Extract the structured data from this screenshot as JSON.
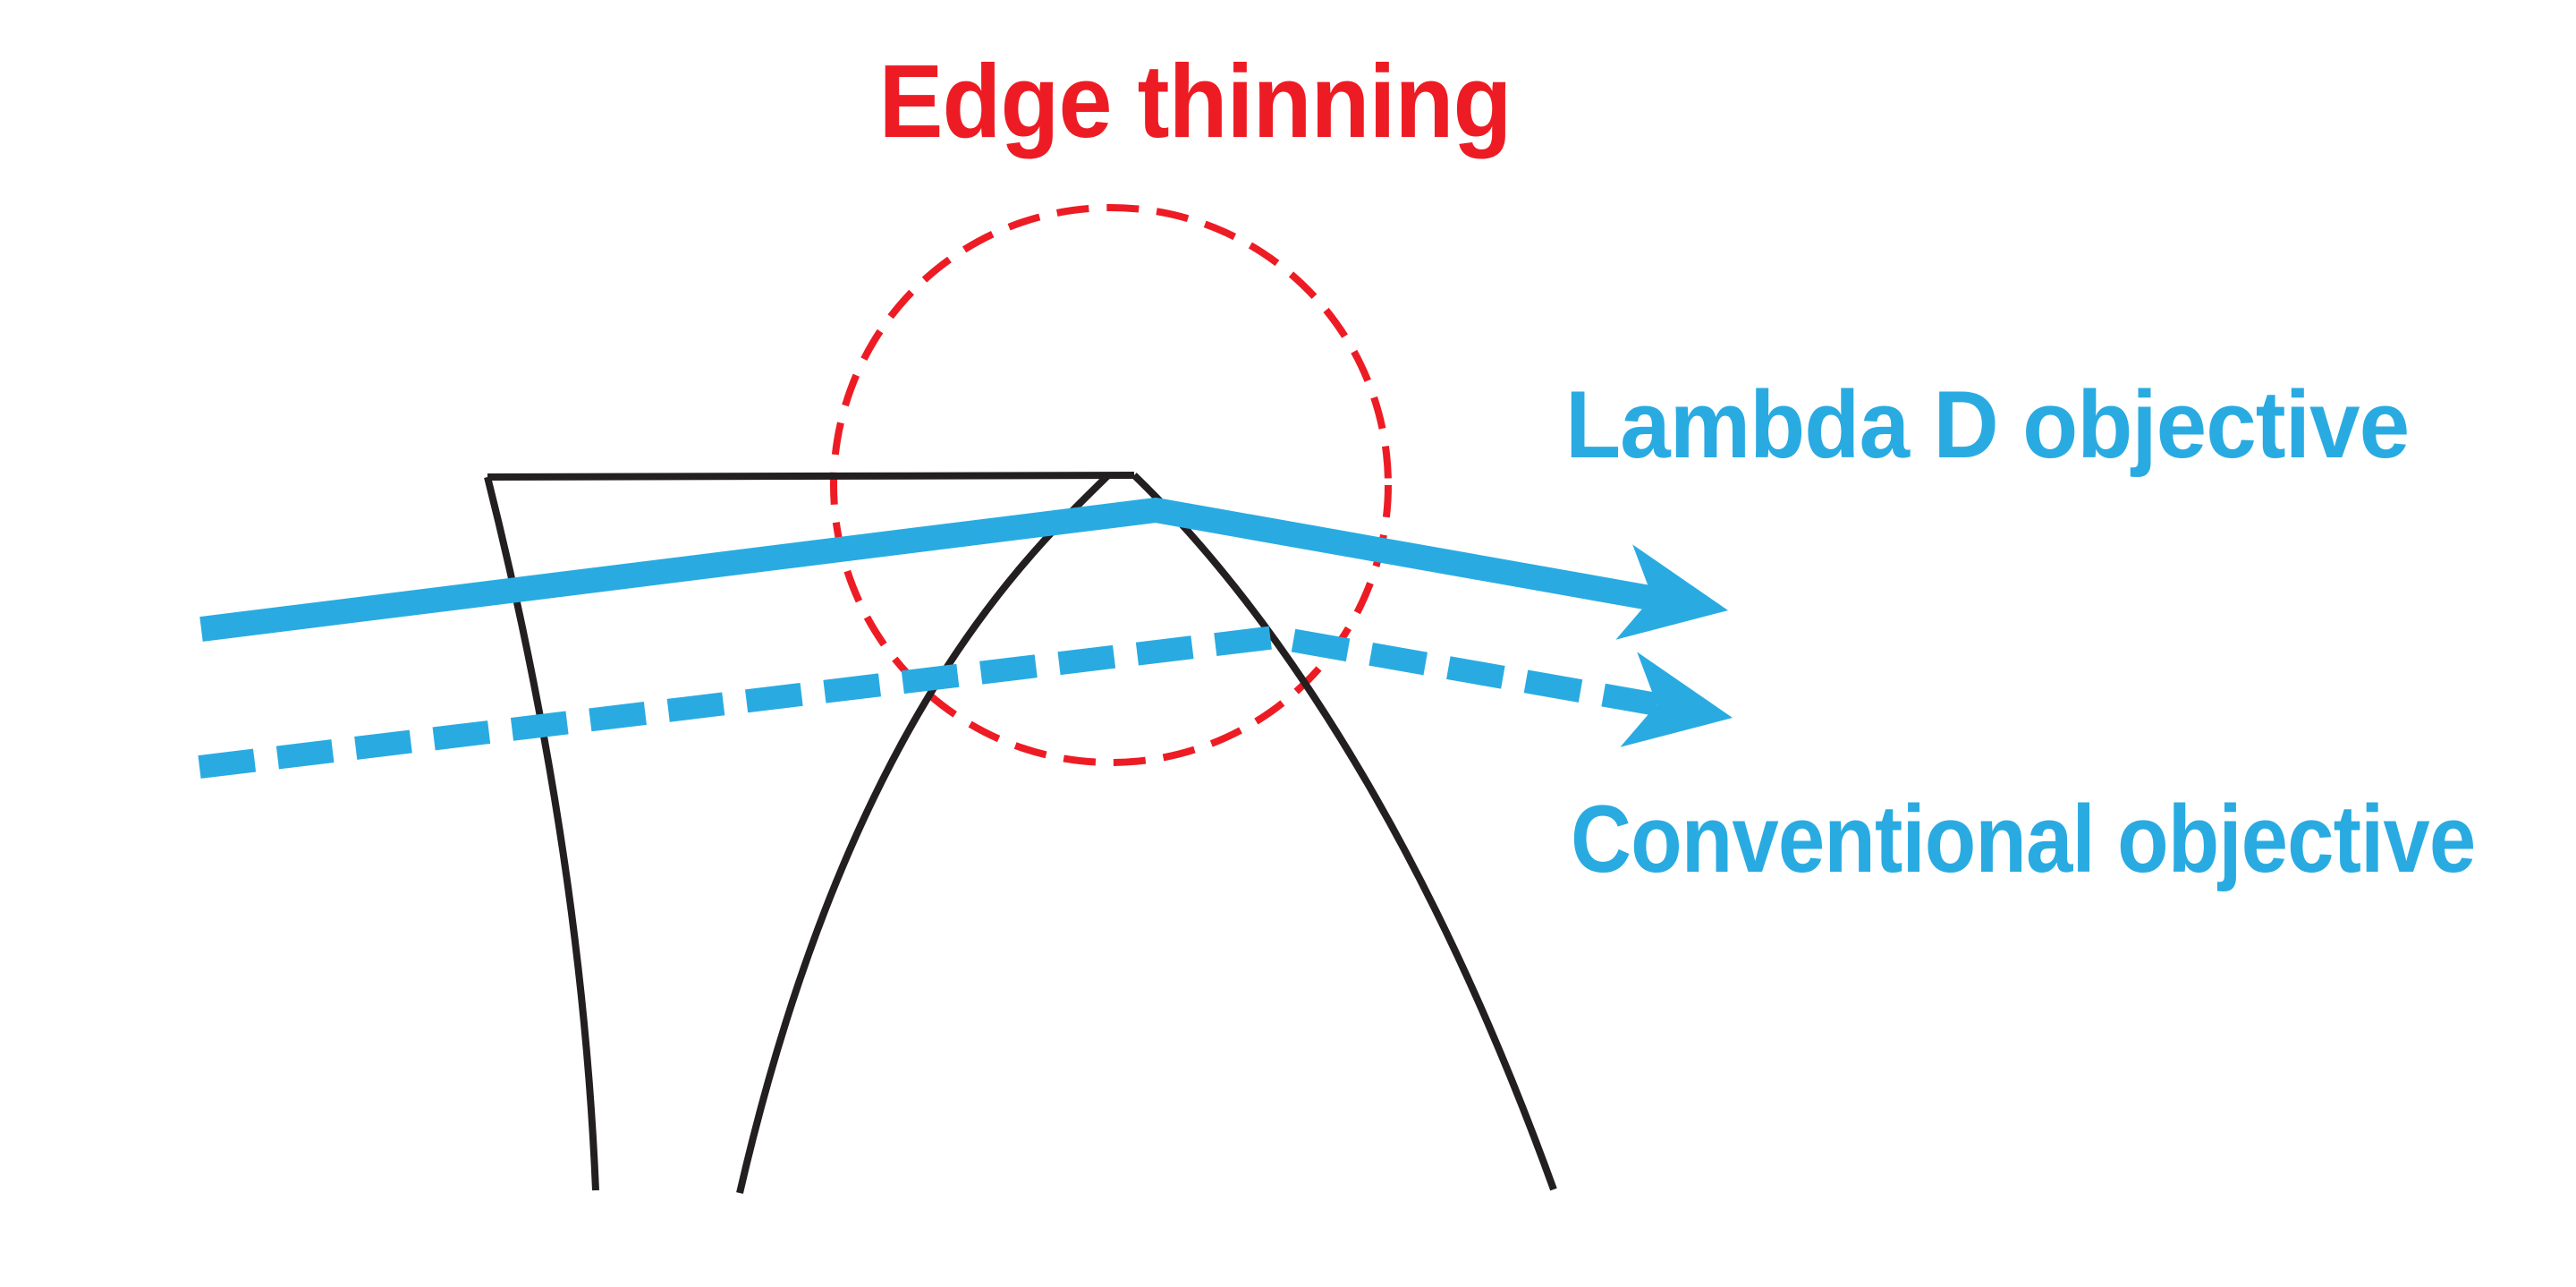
{
  "diagram": {
    "background_color": "#FFFFFF",
    "annotation": {
      "label": "Edge thinning",
      "color": "#ED1C24"
    },
    "highlight_circle": {
      "style": "dashed",
      "color": "#ED1C24"
    },
    "lenses": {
      "outline_color": "#231F20",
      "items": [
        {
          "name": "Lambda D objective lens profile",
          "shape": "flat-topped (thinned edge)"
        },
        {
          "name": "Conventional objective lens profile",
          "shape": "tall curved dome"
        }
      ]
    },
    "rays": {
      "lambda_d": {
        "label": "Lambda D objective",
        "line_style": "solid",
        "color": "#29ABE2"
      },
      "conventional": {
        "label": "Conventional objective",
        "line_style": "dashed",
        "color": "#29ABE2"
      }
    }
  }
}
